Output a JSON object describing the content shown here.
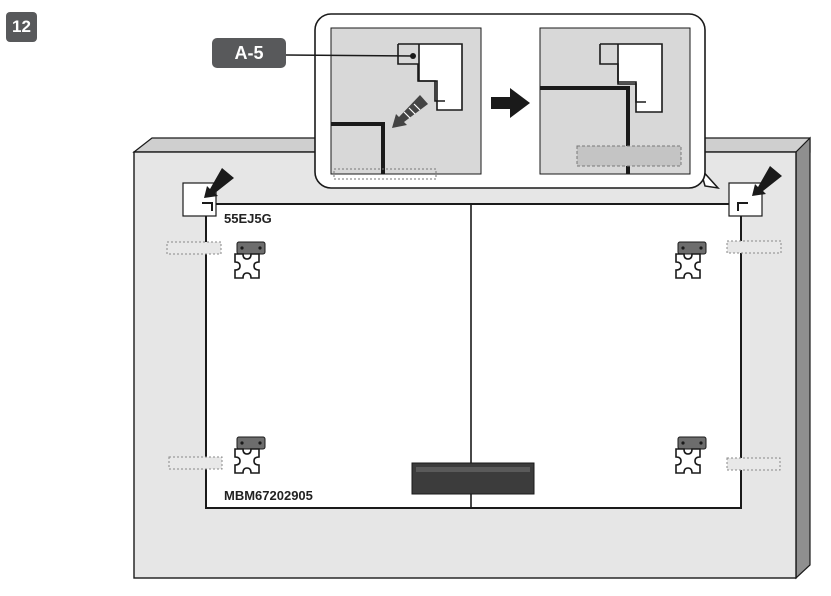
{
  "step_number": "12",
  "part_label": "A-5",
  "panel": {
    "model_label": "55EJ5G",
    "part_number": "MBM67202905"
  },
  "colors": {
    "wall": "#e6e6e6",
    "wall_top": "#cfcfcf",
    "wall_side": "#8f8f8f",
    "outline": "#1a1a1a",
    "badge": "#58595b",
    "inset_bg": "#d8d8d8",
    "bar": "#3c3c3c"
  },
  "icons": [
    "arrow-right-icon",
    "striped-arrow-icon",
    "bracket-icon",
    "corner-guide-icon"
  ]
}
